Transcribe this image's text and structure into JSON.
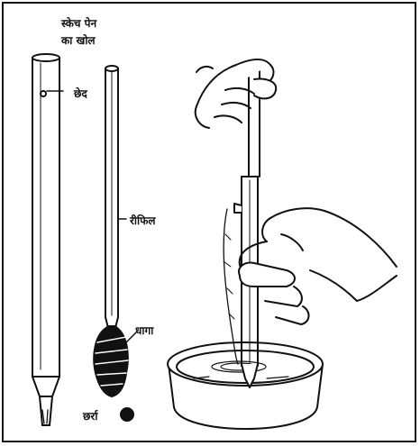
{
  "labels": {
    "pen_cap": "स्केच पेन\nका खोल",
    "hole": "छेद",
    "refill": "रीफिल",
    "thread": "धागा",
    "pellet": "छर्रा"
  }
}
